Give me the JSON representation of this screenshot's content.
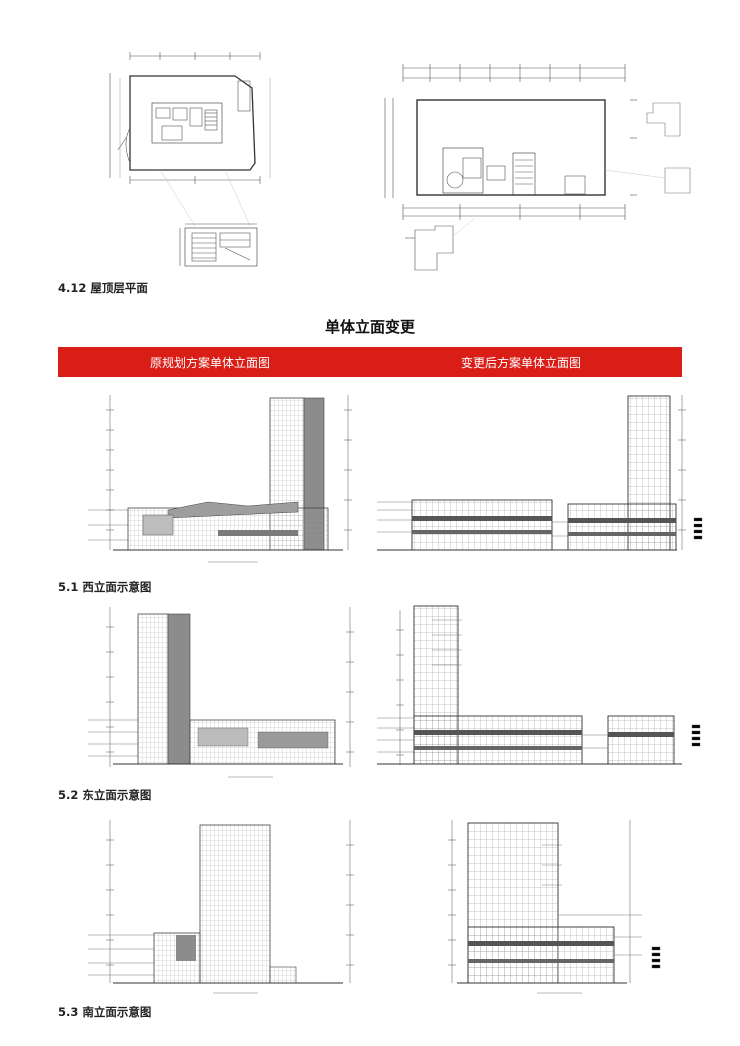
{
  "section_roof": {
    "caption": "4.12 屋顶层平面"
  },
  "main_title": "单体立面变更",
  "header_bar": {
    "left_label": "原规划方案单体立面图",
    "right_label": "变更后方案单体立面图",
    "color": "#d91e18"
  },
  "captions": {
    "west": "5.1 西立面示意图",
    "east": "5.2 东立面示意图",
    "south": "5.3 南立面示意图"
  },
  "colors": {
    "line": "#555555",
    "light_line": "#9a9a9a",
    "dark_fill": "#8c8c8c",
    "red": "#d91e18"
  }
}
